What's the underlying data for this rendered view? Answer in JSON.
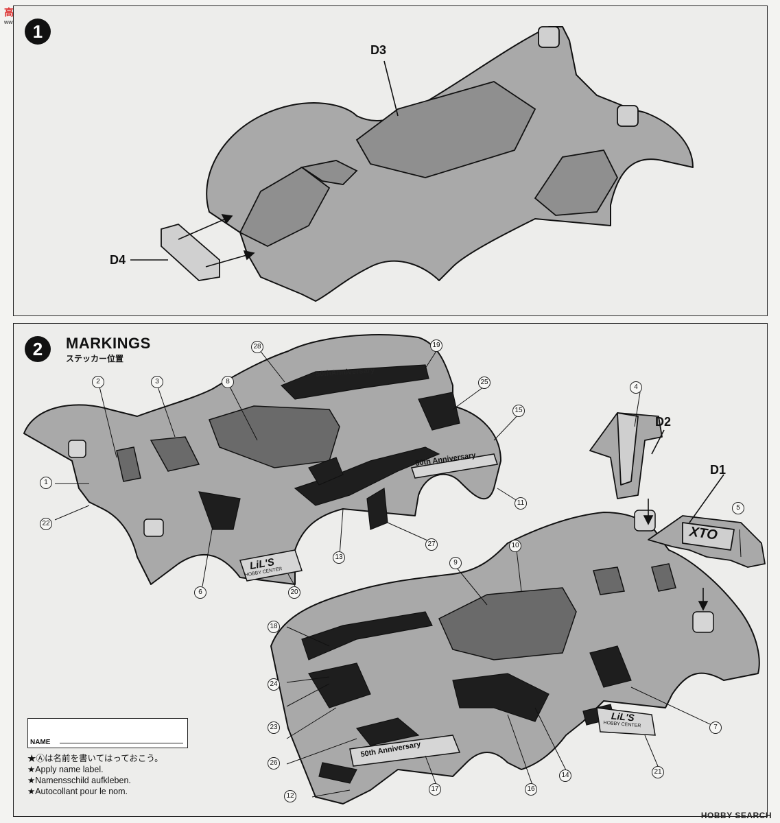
{
  "watermark_top": {
    "text": "高手网",
    "sub": "www.gaoshou.net"
  },
  "step1": {
    "number": "1",
    "labels": {
      "d3": "D3",
      "d4": "D4"
    }
  },
  "step2": {
    "number": "2",
    "title": "MARKINGS",
    "subtitle": "ステッカー位置",
    "part_labels": {
      "d1": "D1",
      "d2": "D2"
    },
    "markers": [
      "1",
      "2",
      "3",
      "4",
      "5",
      "6",
      "7",
      "8",
      "9",
      "10",
      "11",
      "12",
      "13",
      "14",
      "15",
      "16",
      "17",
      "18",
      "19",
      "20",
      "21",
      "22",
      "23",
      "24",
      "25",
      "26",
      "27",
      "28"
    ],
    "name_box_label": "NAME",
    "notes": [
      "★Ⓐは名前を書いてはっておこう。",
      "★Apply name label.",
      "★Namensschild aufkleben.",
      "★Autocollant pour le nom."
    ],
    "decals": {
      "anniv_a": "50thAnniversary",
      "anniv_b": "50th Anniversary",
      "lils": "LiL'S",
      "hobby": "HOBBY CENTER",
      "xto": "XTO"
    }
  },
  "watermark_bottom": {
    "brand": "HOBBY SEARCH"
  }
}
